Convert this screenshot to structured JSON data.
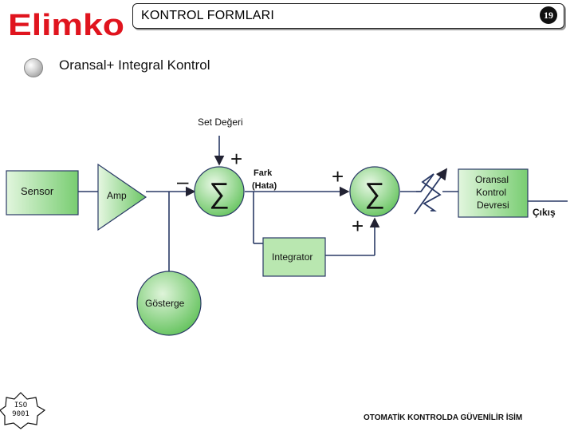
{
  "header": {
    "brand": "Elimko",
    "title": "KONTROL FORMLARI",
    "page_number": "19"
  },
  "subtitle": "Oransal+ Integral Kontrol",
  "diagram": {
    "set_value_label": "Set Değeri",
    "sensor_label": "Sensor",
    "amp_label": "Amp",
    "minus_sign": "–",
    "plus_sign": "+",
    "sum_symbol": "∑",
    "error_label_line1": "Fark",
    "error_label_line2": "(Hata)",
    "controller_line1": "Oransal",
    "controller_line2": "Kontrol",
    "controller_line3": "Devresi",
    "output_label": "Çıkış",
    "integrator_label": "Integrator",
    "indicator_label": "Gösterge"
  },
  "badge": {
    "line1": "ISO",
    "line2": "9001"
  },
  "footer": "OTOMATİK KONTROLDA GÜVENİLİR İSİM",
  "colors": {
    "brand_red": "#e0141e",
    "block_green": "#7ed07a",
    "block_green_light": "#d7f2d2",
    "integrator_green": "#b9e7b0"
  }
}
